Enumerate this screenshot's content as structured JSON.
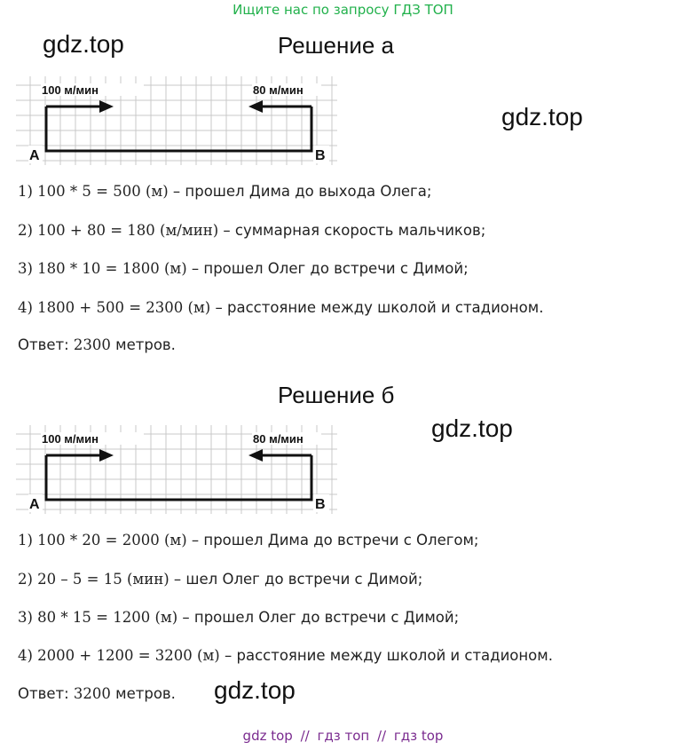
{
  "header": {
    "search_hint": "Ищите нас по запросу ГДЗ ТОП"
  },
  "watermarks": [
    "gdz.top",
    "gdz.top",
    "gdz.top",
    "gdz.top"
  ],
  "solution_a": {
    "title": "Решение а",
    "diagram": {
      "speed_left": "100 м/мин",
      "speed_right": "80 м/мин",
      "point_a": "A",
      "point_b": "B"
    },
    "lines": [
      {
        "expr": "1) 100 * 5 = 500 (м)",
        "text": " – прошел Дима до выхода Олега;"
      },
      {
        "expr": "2) 100 + 80 = 180 (м/мин)",
        "text": " – суммарная скорость мальчиков;"
      },
      {
        "expr": "3) 180 * 10 = 1800 (м)",
        "text": " – прошел Олег до встречи с Димой;"
      },
      {
        "expr": "4) 1800 + 500 = 2300 (м)",
        "text": " – расстояние между школой и стадионом."
      }
    ],
    "answer_label": "Ответ: ",
    "answer_value": "2300",
    "answer_unit": " метров."
  },
  "solution_b": {
    "title": "Решение б",
    "diagram": {
      "speed_left": "100 м/мин",
      "speed_right": "80 м/мин",
      "point_a": "A",
      "point_b": "B"
    },
    "lines": [
      {
        "expr": "1) 100 * 20 = 2000 (м)",
        "text": " – прошел Дима до встречи с Олегом;"
      },
      {
        "expr": "2) 20 – 5 = 15 (мин)",
        "text": " – шел Олег до встречи с Димой;"
      },
      {
        "expr": "3) 80 * 15 = 1200 (м)",
        "text": " – прошел Олег до встречи с Димой;"
      },
      {
        "expr": "4) 2000 + 1200 = 3200 (м)",
        "text": " – расстояние между школой и стадионом."
      }
    ],
    "answer_label": "Ответ: ",
    "answer_value": "3200",
    "answer_unit": " метров."
  },
  "footer": {
    "links": [
      "gdz top",
      "гдз топ",
      "гдз top"
    ],
    "separator": "//"
  }
}
